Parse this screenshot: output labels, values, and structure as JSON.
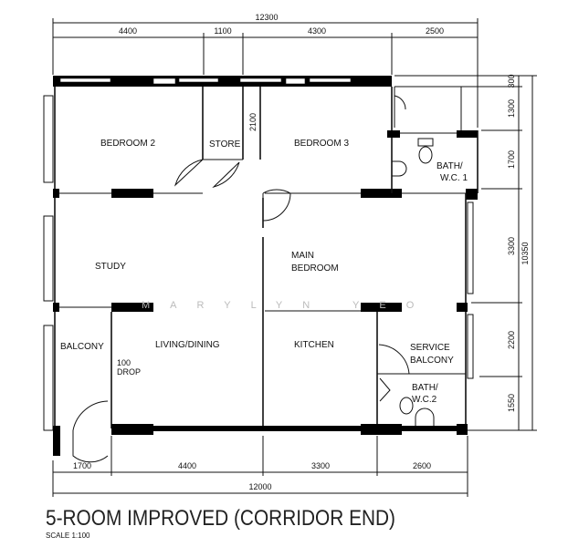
{
  "plan": {
    "title": "5-ROOM IMPROVED (CORRIDOR END)",
    "scale": "SCALE   1:100",
    "watermark": "MARYLYN YEO",
    "rooms": {
      "bedroom2": "BEDROOM 2",
      "store": "STORE",
      "bedroom3": "BEDROOM 3",
      "bath1_line1": "BATH/",
      "bath1_line2": "W.C. 1",
      "study": "STUDY",
      "main_bedroom_line1": "MAIN",
      "main_bedroom_line2": "BEDROOM",
      "balcony": "BALCONY",
      "living_dining": "LIVING/DINING",
      "kitchen": "KITCHEN",
      "service_balcony_line1": "SERVICE",
      "service_balcony_line2": "BALCONY",
      "bath2_line1": "BATH/",
      "bath2_line2": "W.C.2",
      "drop_line1": "100",
      "drop_line2": "DROP"
    },
    "dimensions": {
      "top_total": "12300",
      "top": [
        "4400",
        "1100",
        "4300",
        "2500"
      ],
      "store_height": "2100",
      "right_total": "10350",
      "right": [
        "300",
        "1300",
        "1700",
        "3300",
        "2200",
        "1550"
      ],
      "bottom": [
        "1700",
        "4400",
        "3300",
        "2600"
      ],
      "bottom_total": "12000"
    }
  }
}
